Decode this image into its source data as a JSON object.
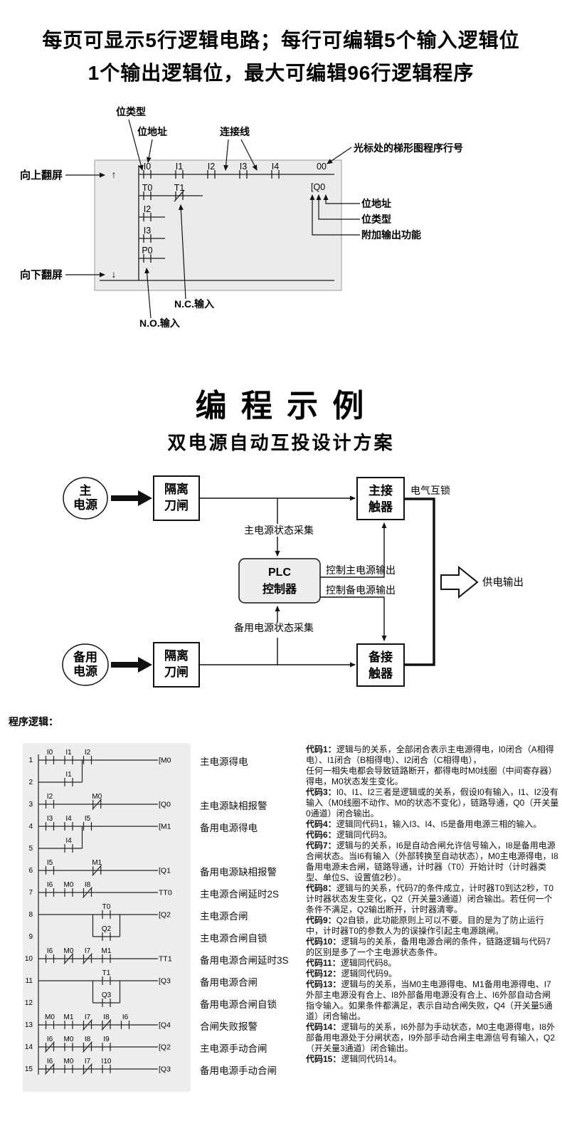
{
  "header": {
    "line1": "每页可显示5行逻辑电路；每行可编辑5个输入逻辑位",
    "line2": "1个输出逻辑位，最大可编辑96行逻辑程序"
  },
  "screen": {
    "annotations": {
      "bit_type_top": "位类型",
      "bit_addr_top": "位地址",
      "connect_line": "连接线",
      "cursor_line_no": "光标处的梯形图程序行号",
      "page_up": "向上翻屏",
      "page_down": "向下翻屏",
      "bit_addr_right": "位地址",
      "bit_type_right": "位类型",
      "extra_output": "附加输出功能",
      "nc_input": "N.C.输入",
      "no_input": "N.O.输入"
    },
    "display": {
      "up_arrow": "↑",
      "down_arrow": "↓",
      "row1_contacts": [
        "I0",
        "I1",
        "I2",
        "I3",
        "I4"
      ],
      "line_number": "00",
      "output": "[Q0",
      "row2_contacts": [
        {
          "label": "T0",
          "nc": false
        },
        {
          "label": "T1",
          "nc": true
        }
      ],
      "left_contacts": [
        "I2",
        "I3",
        "P0"
      ]
    }
  },
  "example": {
    "title": "编 程 示 例",
    "subtitle": "双电源自动互投设计方案"
  },
  "flow": {
    "main_source": [
      "主",
      "电源"
    ],
    "backup_source": [
      "备用",
      "电源"
    ],
    "isolator1": [
      "隔离",
      "刀闸"
    ],
    "isolator2": [
      "隔离",
      "刀闸"
    ],
    "main_contactor": [
      "主接",
      "触器"
    ],
    "backup_contactor": [
      "备接",
      "触器"
    ],
    "plc": [
      "PLC",
      "控制器"
    ],
    "main_state": "主电源状态采集",
    "backup_state": "备用电源状态采集",
    "ctrl_main": "控制主电源输出",
    "ctrl_backup": "控制备电源输出",
    "interlock": "电气互锁",
    "power_out": "供电输出"
  },
  "ladder": {
    "title": "程序逻辑：",
    "rows": [
      {
        "n": "1",
        "cells": [
          {
            "l": "I0",
            "nc": false,
            "c": 0
          },
          {
            "l": "I1",
            "nc": false,
            "c": 1
          },
          {
            "l": "I2",
            "nc": false,
            "c": 2
          }
        ],
        "out": "[M0",
        "desc": "主电源得电"
      },
      {
        "n": "2",
        "cells": [
          {
            "l": "I1",
            "nc": false,
            "c": 1
          }
        ],
        "out": null,
        "desc": ""
      },
      {
        "n": "3",
        "cells": [
          {
            "l": "I2",
            "nc": false,
            "c": 0
          },
          {
            "l": "M0",
            "nc": true,
            "c": 2.5
          }
        ],
        "out": "[Q0",
        "desc": "主电源缺相报警"
      },
      {
        "n": "4",
        "cells": [
          {
            "l": "I3",
            "nc": false,
            "c": 0
          },
          {
            "l": "I4",
            "nc": false,
            "c": 1
          },
          {
            "l": "I5",
            "nc": false,
            "c": 2
          }
        ],
        "out": "[M1",
        "desc": "备用电源得电"
      },
      {
        "n": "5",
        "cells": [
          {
            "l": "I4",
            "nc": false,
            "c": 1
          }
        ],
        "out": null,
        "desc": ""
      },
      {
        "n": "6",
        "cells": [
          {
            "l": "I5",
            "nc": false,
            "c": 0
          },
          {
            "l": "M1",
            "nc": true,
            "c": 2.5
          }
        ],
        "out": "[Q1",
        "desc": "备用电源缺相报警"
      },
      {
        "n": "7",
        "cells": [
          {
            "l": "I6",
            "nc": false,
            "c": 0
          },
          {
            "l": "M0",
            "nc": false,
            "c": 1
          },
          {
            "l": "I8",
            "nc": true,
            "c": 2
          }
        ],
        "out": "TT0",
        "desc": "主电源合闸延时2S"
      },
      {
        "n": "8",
        "cells": [
          {
            "l": "T0",
            "nc": false,
            "c": 3
          }
        ],
        "out": "[Q2",
        "desc": "主电源合闸"
      },
      {
        "n": "9",
        "cells": [
          {
            "l": "Q2",
            "nc": false,
            "c": 3
          }
        ],
        "out": null,
        "desc": "主电源合闸自锁"
      },
      {
        "n": "10",
        "cells": [
          {
            "l": "I6",
            "nc": false,
            "c": 0
          },
          {
            "l": "M0",
            "nc": true,
            "c": 1
          },
          {
            "l": "I7",
            "nc": true,
            "c": 2
          },
          {
            "l": "M1",
            "nc": false,
            "c": 3
          }
        ],
        "out": "TT1",
        "desc": "备用电源合闸延时3S"
      },
      {
        "n": "11",
        "cells": [
          {
            "l": "T1",
            "nc": false,
            "c": 3
          }
        ],
        "out": "[Q3",
        "desc": "备用电源合闸"
      },
      {
        "n": "12",
        "cells": [
          {
            "l": "Q3",
            "nc": false,
            "c": 3
          }
        ],
        "out": null,
        "desc": "备用电源合闸自锁"
      },
      {
        "n": "13",
        "cells": [
          {
            "l": "M0",
            "nc": false,
            "c": 0
          },
          {
            "l": "M1",
            "nc": false,
            "c": 1
          },
          {
            "l": "I7",
            "nc": true,
            "c": 2
          },
          {
            "l": "I8",
            "nc": true,
            "c": 3
          },
          {
            "l": "I6",
            "nc": false,
            "c": 4
          }
        ],
        "out": "[Q4",
        "desc": "合闸失败报警"
      },
      {
        "n": "14",
        "cells": [
          {
            "l": "I6",
            "nc": true,
            "c": 0
          },
          {
            "l": "M0",
            "nc": false,
            "c": 1
          },
          {
            "l": "I8",
            "nc": true,
            "c": 2
          },
          {
            "l": "I9",
            "nc": false,
            "c": 3
          }
        ],
        "out": "[Q2",
        "desc": "主电源手动合闸"
      },
      {
        "n": "15",
        "cells": [
          {
            "l": "I6",
            "nc": true,
            "c": 0
          },
          {
            "l": "M0",
            "nc": false,
            "c": 1
          },
          {
            "l": "I7",
            "nc": true,
            "c": 2
          },
          {
            "l": "I10",
            "nc": false,
            "c": 3
          }
        ],
        "out": "[Q3",
        "desc": "备用电源手动合闸"
      }
    ]
  },
  "codes": [
    {
      "k": "代码1：",
      "v": "逻辑与的关系，全部闭合表示主电源得电，I0闭合（A相得电）、I1闭合（B相得电）、I2闭合（C相得电），\n任何一相失电都会导致链路断开，都得电时M0线圈（中间寄存器）得电，M0状态发生变化。"
    },
    {
      "k": "代码3：",
      "v": "I0、I1、I2三者是逻辑或的关系，假设I0有输入，I1、I2没有输入（M0线圈不动作、M0的状态不变化），链路导通，Q0（开关量0通道）闭合输出。"
    },
    {
      "k": "代码4：",
      "v": "逻辑同代码1，输入I3、I4、I5是备用电源三相的输入。"
    },
    {
      "k": "代码6：",
      "v": "逻辑同代码3。"
    },
    {
      "k": "代码7：",
      "v": "逻辑与的关系，I6是自动合闸允许信号输入，I8是备用电源合闸状态。当I6有输入（外部转换至自动状态），M0主电源得电，I8备用电源未合闸，链路导通，计时器（T0）开始计时（计时器类型、单位S、设置值2秒）。"
    },
    {
      "k": "代码8：",
      "v": "逻辑与的关系，代码7的条件成立，计时器T0到达2秒，T0计时器状态发生变化，Q2（开关量3通道）闭合输出。若任何一个条件不满足，Q2输出断开，计时器清零。"
    },
    {
      "k": "代码9：",
      "v": "Q2自锁，此功能原则上可以不要。目的是为了防止运行中，计时器T0的参数人为的误操作引起主电源跳闸。"
    },
    {
      "k": "代码10：",
      "v": "逻辑与的关系，备用电源合闸的条件，链路逻辑与代码7的区别是多了一个主电源状态条件。"
    },
    {
      "k": "代码11：",
      "v": "逻辑同代码8。"
    },
    {
      "k": "代码12：",
      "v": "逻辑同代码9。"
    },
    {
      "k": "代码13：",
      "v": "逻辑与的关系，当M0主电源得电、M1备用电源得电、I7外部主电源没有合上、I8外部备用电源没有合上、I6外部自动合闸指令输入。如果条件都满足，表示自动合闸失败，Q4（开关量5通道）闭合输出。"
    },
    {
      "k": "代码14：",
      "v": "逻辑与的关系，I6外部为手动状态，M0主电源得电，I8外部备用电源处于分闸状态，I9外部手动合闸主电源信号有输入，Q2（开关量3通道）闭合输出。"
    },
    {
      "k": "代码15：",
      "v": "逻辑同代码14。"
    }
  ]
}
